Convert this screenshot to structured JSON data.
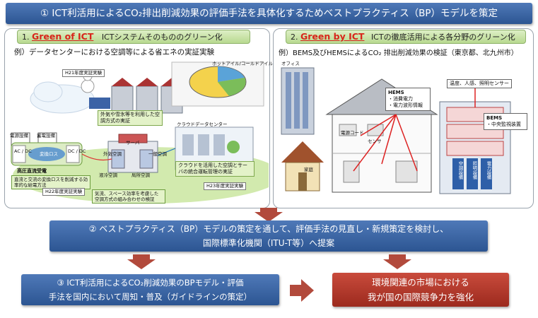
{
  "banner_top": "① ICT利活用によるCO₂排出削減効果の評価手法を具体化するためベストプラクティス（BP）モデルを策定",
  "left_panel": {
    "heading_num": "1.",
    "heading_title": "Green of ICT",
    "heading_sub": "ICTシステムそのもののグリーン化",
    "example": "例）データセンターにおける空調等による省エネの実証実験",
    "year_h21": "H21年度実証実験",
    "year_h22": "H22年度実証実験",
    "year_h23": "H23年度実証実験",
    "box_cooling": "外気や雪氷等を利用した空調方式の実証",
    "box_cloud": "クラウドを活用した空調とサーバの統合運転管理の実証",
    "box_hvdc_title": "高圧直流受電",
    "box_hvdc": "直流と交流の変換ロスを削減する効率的な給電方法",
    "box_airflow": "気流、スペース効率を考慮した空調方式の組み合わせの検証",
    "lbl_power": "電源設備",
    "lbl_storage": "蓄電設備",
    "lbl_loss": "変換ロス",
    "lbl_acdc": "AC / DC",
    "lbl_dcdc": "DC / DC",
    "lbl_outside_air": "外気空調",
    "lbl_liquid": "液冷空調",
    "lbl_local": "局所空調",
    "lbl_general": "一般空調",
    "lbl_server": "サーバ",
    "lbl_cloud_dc": "クラウドデータセンター",
    "lbl_ratio": "ホットアイル/コールドアイル"
  },
  "right_panel": {
    "heading_num": "2.",
    "heading_title": "Green by ICT",
    "heading_sub": "ICTの徹底活用による各分野のグリーン化",
    "example": "例）BEMS及びHEMSによるCO₂ 排出削減効果の検証（東京都、北九州市）",
    "office": "オフィス",
    "home": "家庭",
    "hems_title": "HEMS",
    "hems_items": [
      "・消費電力",
      "・電力波形情報"
    ],
    "sensor": "温度、人感、照明センサー",
    "bems_title": "BEMS",
    "bems_items": [
      "・中央監視装置"
    ],
    "lbl_sensor": "センサ",
    "lbl_outlet": "電源コード",
    "equip": [
      "空調設備",
      "照明設備",
      "電力設備"
    ]
  },
  "step2": [
    "② ベストプラクティス（BP）モデルの策定を通して、評価手法の見直し・新規策定を検討し、",
    "国際標準化機関（ITU-T等）へ提案"
  ],
  "step3": [
    "③ ICT利活用によるCO₂削減効果のBPモデル・評価",
    "手法を国内において周知・普及（ガイドラインの策定）"
  ],
  "goal": [
    "環境関連の市場における",
    "我が国の国際競争力を強化"
  ],
  "colors": {
    "blue": "#2c5592",
    "red": "#b24a3c",
    "green": "#d8261b"
  }
}
